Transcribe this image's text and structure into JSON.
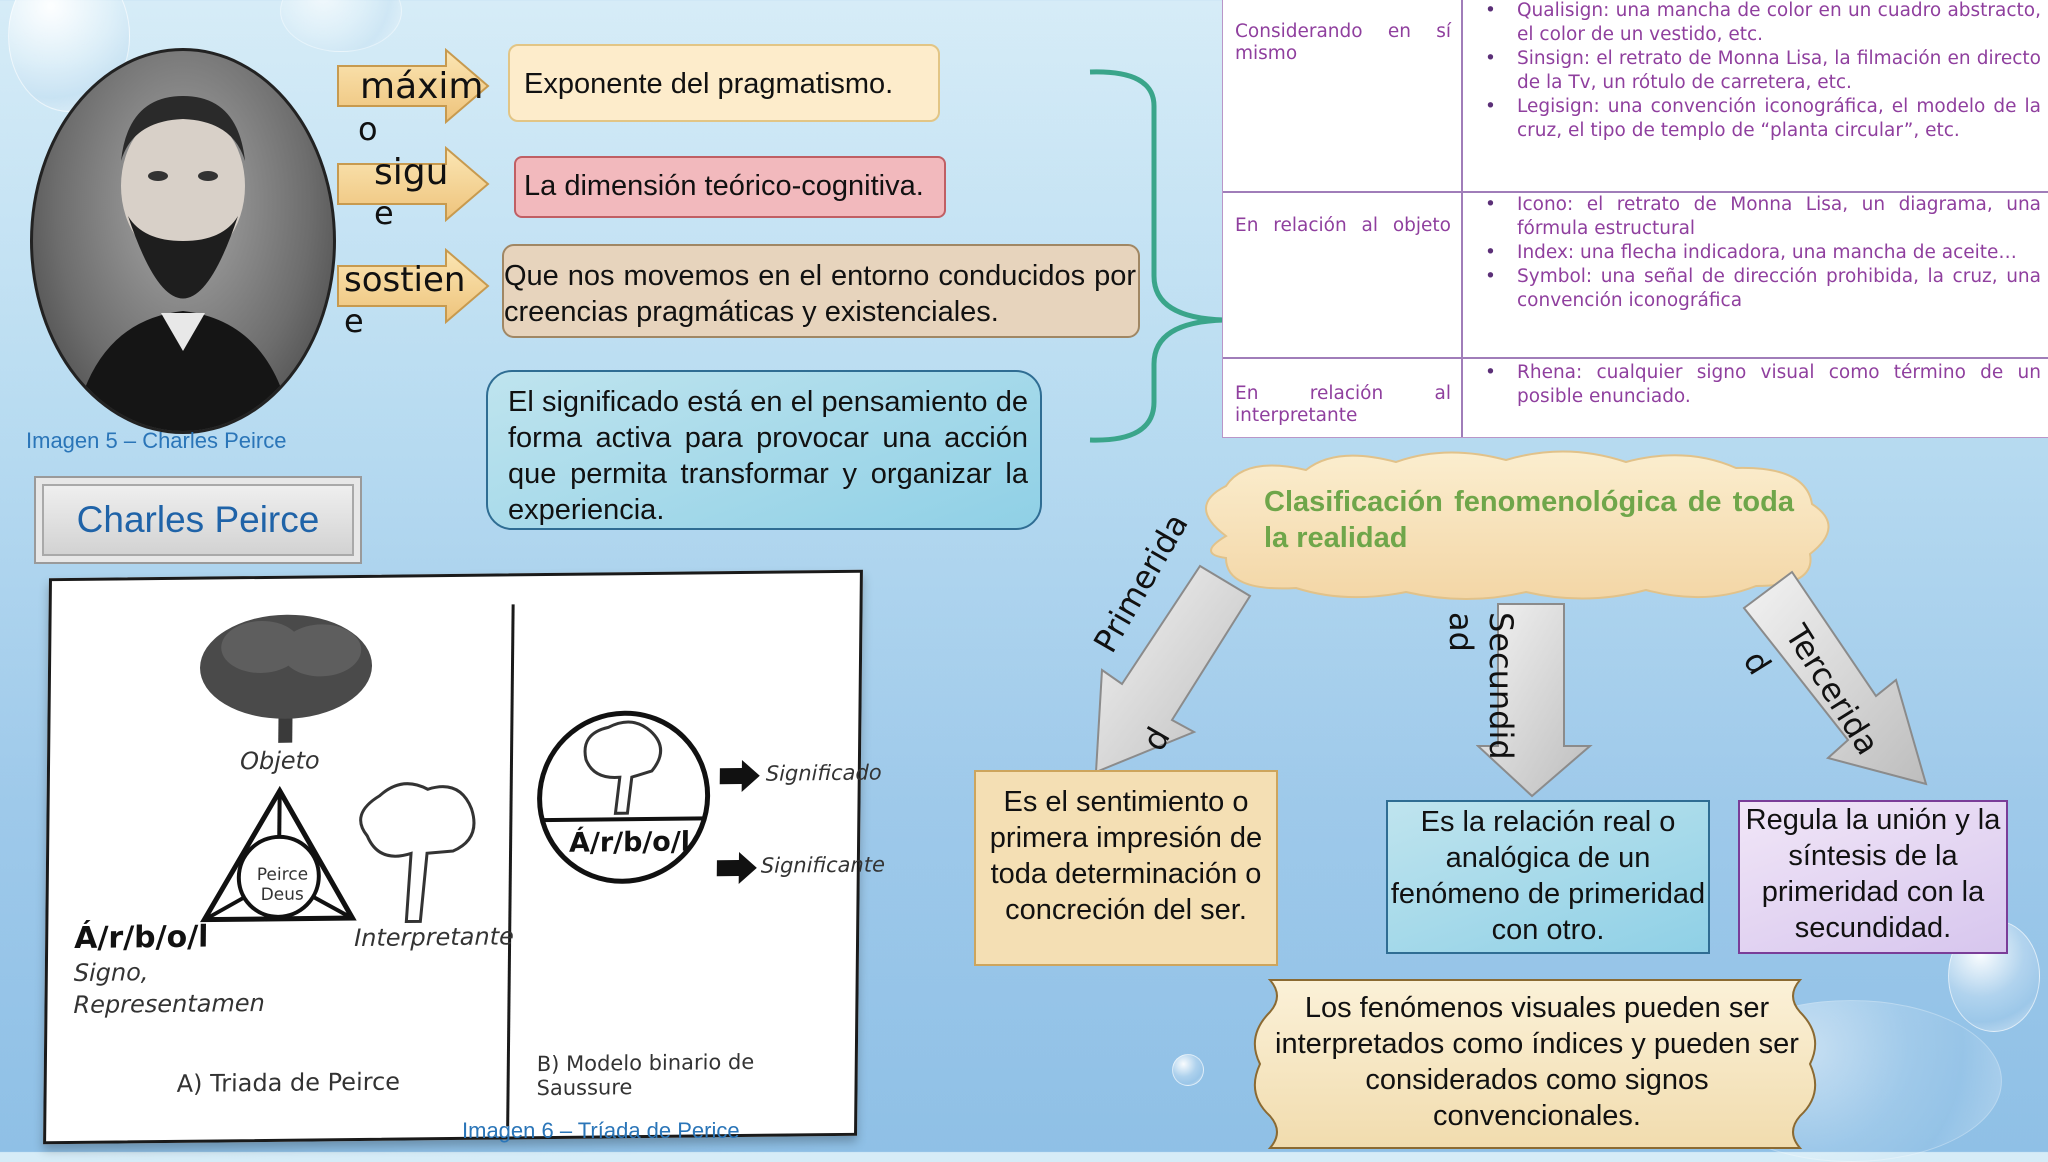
{
  "portrait": {
    "caption": "Imagen 5 – Charles Peirce"
  },
  "title_button": "Charles Peirce",
  "arrows": [
    {
      "word_line1": "máxim",
      "word_line2": "o",
      "text": "Exponente del pragmatismo."
    },
    {
      "word_line1": "sigu",
      "word_line2": "e",
      "text": "La dimensión teórico-cognitiva."
    },
    {
      "word_line1": "sostien",
      "word_line2": "e",
      "text": "Que nos movemos en el entorno conducidos por creencias pragmáticas y existenciales."
    }
  ],
  "meaning_box": "El significado está en el pensamiento de forma activa para provocar una acción que permita transformar y organizar la experiencia.",
  "table": {
    "rows": [
      {
        "label": "Considerando en sí mismo",
        "items": [
          "Qualisign: una mancha de color en un cuadro abstracto, el color de un vestido, etc.",
          "Sinsign: el retrato de Monna Lisa, la filmación en directo de la Tv, un rótulo de carretera, etc.",
          "Legisign: una convención iconográfica, el modelo de la cruz, el tipo de templo de “planta circular”, etc."
        ]
      },
      {
        "label": "En relación al objeto",
        "items": [
          "Icono: el retrato de Monna Lisa, un diagrama, una fórmula estructural",
          "Index: una flecha indicadora, una mancha de aceite…",
          "Symbol: una señal de dirección prohibida, la cruz, una convención iconográfica"
        ]
      },
      {
        "label": "En relación al interpretante",
        "items": [
          "Rhena: cualquier signo visual como término de un posible enunciado."
        ]
      }
    ]
  },
  "cloud": "Clasificación fenomenológica de toda la realidad",
  "categories": [
    {
      "arrow_line1": "Primerida",
      "arrow_line2": "d",
      "text": "Es el sentimiento o primera impresión de toda determinación o concreción del ser."
    },
    {
      "arrow_line1": "Secundid",
      "arrow_line2": "ad",
      "text": "Es la relación real o analógica de un fenómeno de primeridad con otro."
    },
    {
      "arrow_line1": "Tercerida",
      "arrow_line2": "d",
      "text": "Regula la unión y la síntesis de la primeridad con la secundidad."
    }
  ],
  "scroll_text": "Los fenómenos visuales pueden ser interpretados como índices y pueden ser considerados como signos convencionales.",
  "diagram": {
    "caption": "Imagen 6 – Tríada de Perice",
    "objeto": "Objeto",
    "peirce_line1": "Peirce",
    "peirce_line2": "Deus",
    "arbol": "Á/r/b/o/l",
    "signo": "Signo,",
    "representamen": "Representamen",
    "interpretante": "Interpretante",
    "triada": "A) Triada de Peirce",
    "significado": "Significado",
    "circle_word": "Á/r/b/o/l",
    "significante": "Significante",
    "saussure": "B) Modelo binario de Saussure"
  },
  "colors": {
    "caption_blue": "#2a75b8",
    "table_text": "#8f3f9e",
    "cloud_text": "#6fa64a",
    "teal_brace": "#3aa58a"
  }
}
